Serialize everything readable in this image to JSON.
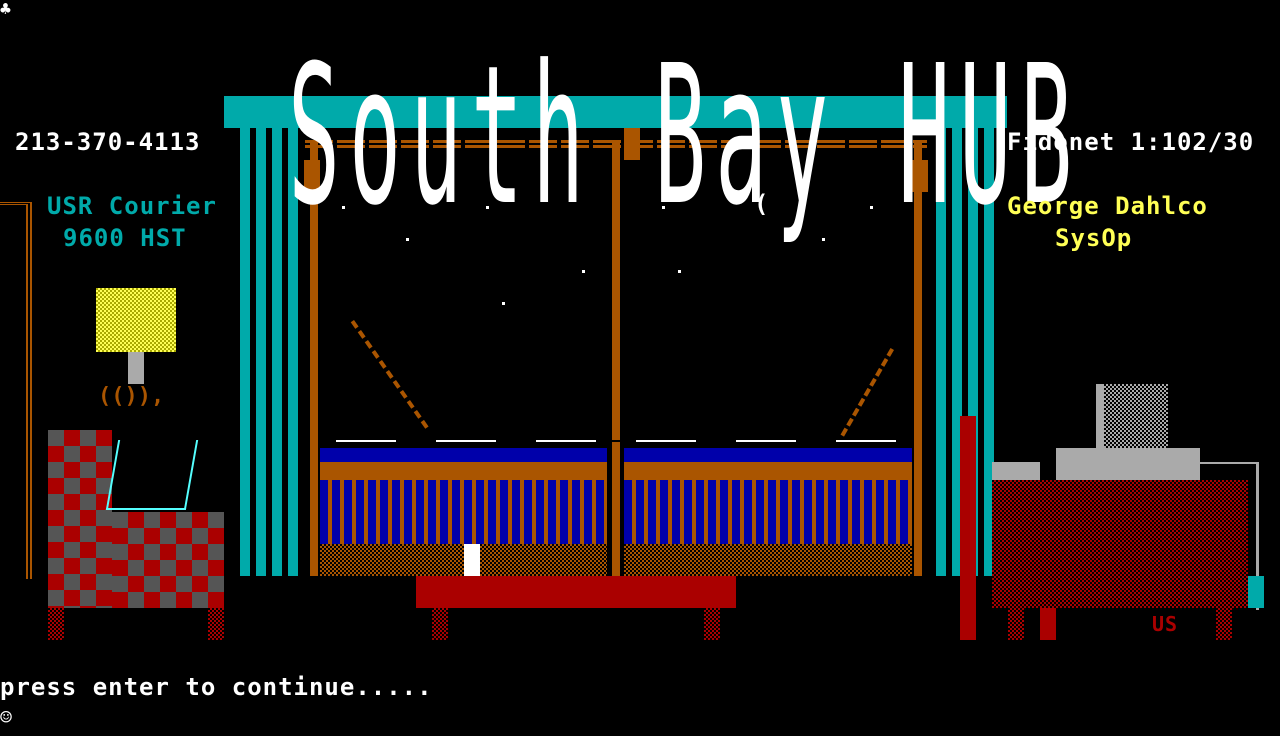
{
  "title": "South Bay HUB",
  "phone": "213-370-4113",
  "fidonet": "Fidonet 1:102/30",
  "modem": {
    "line1": "USR Courier",
    "line2": "9600 HST"
  },
  "sysop": {
    "name": "George Dahlco",
    "role": "SysOp"
  },
  "prompt": "press enter to continue.....",
  "desk_label": "US",
  "top_icon": "♣",
  "bottom_icon": "☺",
  "colors": {
    "cyan": "#00aaaa",
    "brown": "#aa5500",
    "red": "#aa0000",
    "yellow": "#ffff55",
    "blue": "#0000aa",
    "gray": "#aaaaaa"
  }
}
